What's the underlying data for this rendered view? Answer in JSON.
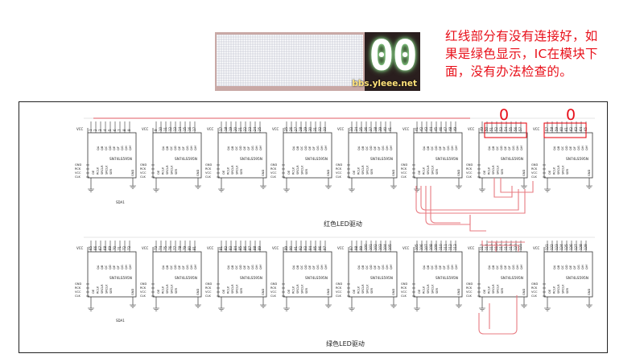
{
  "photo": {
    "digits": "00",
    "watermark": "bbs.yleee.net"
  },
  "note": {
    "text": "红线部分有没有连接好，如\n果是绿色显示，IC在模块下\n面，没有办法检查的。"
  },
  "schematic": {
    "chip_part": "SN74LS595N",
    "vcc_label": "VCC",
    "gnd_label": "GND",
    "input_pins": [
      "OE",
      "RCLK",
      "SRCLR",
      "SRCLK",
      "SER"
    ],
    "output_pins": [
      "QA",
      "QB",
      "QC",
      "QD",
      "QE",
      "QF",
      "QG",
      "QH",
      "QH'"
    ],
    "bottom_pins": [
      "GND",
      "RCK",
      "VCC",
      "CLK"
    ],
    "sections": [
      {
        "label": "红色LED驱动",
        "chips": 8
      },
      {
        "label": "绿色LED驱动",
        "chips": 8
      }
    ]
  },
  "annotations": {
    "zero_marks": [
      "0",
      "0"
    ],
    "highlight_color": "#e8101a",
    "wire_color": "#e87b82"
  },
  "colors": {
    "note_text": "#e8101a",
    "digit_glow": "#8fe08f",
    "led_panel": "#d9dbe3"
  }
}
